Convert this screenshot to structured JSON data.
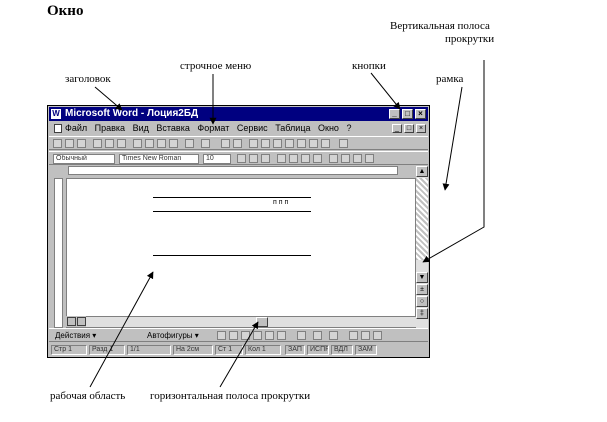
{
  "heading": "Окно",
  "labels": {
    "vertical_scroll_line1": "Вертикальная полоса",
    "vertical_scroll_line2": "прокрутки",
    "title": "заголовок",
    "menu": "строчное  меню",
    "buttons": "кнопки",
    "frame": "рамка",
    "work_area": "рабочая область",
    "horizontal_scroll": "горизонтальная полоса прокрутки"
  },
  "window": {
    "app_icon": "W",
    "title": "Microsoft Word - Лоция2БД",
    "menu": [
      "Файл",
      "Правка",
      "Вид",
      "Вставка",
      "Формат",
      "Сервис",
      "Таблица",
      "Окно",
      "?"
    ],
    "style_combo": "Обычный",
    "font_combo": "Times New Roman",
    "size_combo": "10",
    "page_marker": "п п п",
    "drawing_label": "Действия ▾",
    "autoshapes_label": "Автофигуры ▾",
    "status": [
      "Стр 1",
      "Разд 1",
      "1/1",
      "На 2см",
      "Ст 1",
      "Кол 1",
      "ЗАП",
      "ИСПР",
      "ВДЛ",
      "ЗАМ"
    ]
  }
}
